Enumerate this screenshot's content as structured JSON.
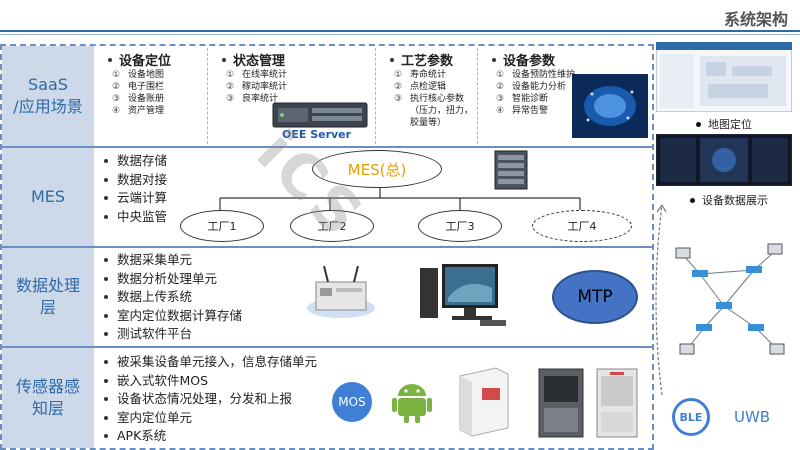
{
  "header": {
    "title": "系统架构"
  },
  "layers": [
    {
      "label": "SaaS\n/应用场景"
    },
    {
      "label": "MES"
    },
    {
      "label": "数据处理\n层"
    },
    {
      "label": "传感器感\n知层"
    }
  ],
  "saas": [
    {
      "title": "设备定位",
      "items": [
        [
          "①",
          "设备地图"
        ],
        [
          "②",
          "电子围栏"
        ],
        [
          "③",
          "设备账册"
        ],
        [
          "④",
          "资产管理"
        ]
      ]
    },
    {
      "title": "状态管理",
      "items": [
        [
          "①",
          "在线率统计"
        ],
        [
          "②",
          "稼动率统计"
        ],
        [
          "③",
          "良率统计"
        ]
      ]
    },
    {
      "title": "工艺参数",
      "items": [
        [
          "①",
          "寿命统计"
        ],
        [
          "②",
          "点检逻辑"
        ],
        [
          "③",
          "执行核心参数"
        ],
        [
          "",
          "（压力，扭力，"
        ],
        [
          "",
          "胶量等）"
        ]
      ]
    },
    {
      "title": "设备参数",
      "items": [
        [
          "①",
          "设备预防性维护"
        ],
        [
          "②",
          "设备能力分析"
        ],
        [
          "③",
          "智能诊断"
        ],
        [
          "④",
          "异常告警"
        ]
      ]
    }
  ],
  "oee_server": "OEE Server",
  "mes": {
    "bullets": [
      "数据存储",
      "数据对接",
      "云端计算",
      "中央监管"
    ],
    "main_cloud": "MES(总)",
    "factories": [
      "工厂1",
      "工厂2",
      "工厂3",
      "工厂4"
    ]
  },
  "data_layer": {
    "bullets": [
      "数据采集单元",
      "数据分析处理单元",
      "数据上传系统",
      "室内定位数据计算存储",
      "测试软件平台"
    ],
    "mtp": "MTP"
  },
  "sensor_layer": {
    "bullets": [
      "被采集设备单元接入，信息存储单元",
      "嵌入式软件MOS",
      "设备状态情况处理，分发和上报",
      "室内定位单元",
      "APK系统"
    ],
    "mos": "MOS"
  },
  "right_panel": {
    "map_label": "地图定位",
    "display_label": "设备数据展示",
    "ble": "BLE",
    "uwb": "UWB"
  },
  "colors": {
    "accent": "#2f6aa8",
    "label_bg": "#cdd8e8",
    "mtp": "#4472c4",
    "mos": "#3f7fd6",
    "android": "#7cb342"
  }
}
